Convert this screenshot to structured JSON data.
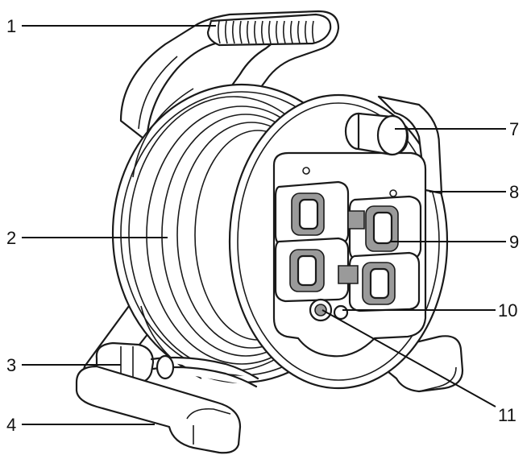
{
  "labels": [
    "1",
    "2",
    "3",
    "4",
    "7",
    "8",
    "9",
    "10",
    "11"
  ],
  "colors": {
    "line": "#111111",
    "fill": "#ffffff",
    "accent_grey": "#9a9a9a"
  }
}
